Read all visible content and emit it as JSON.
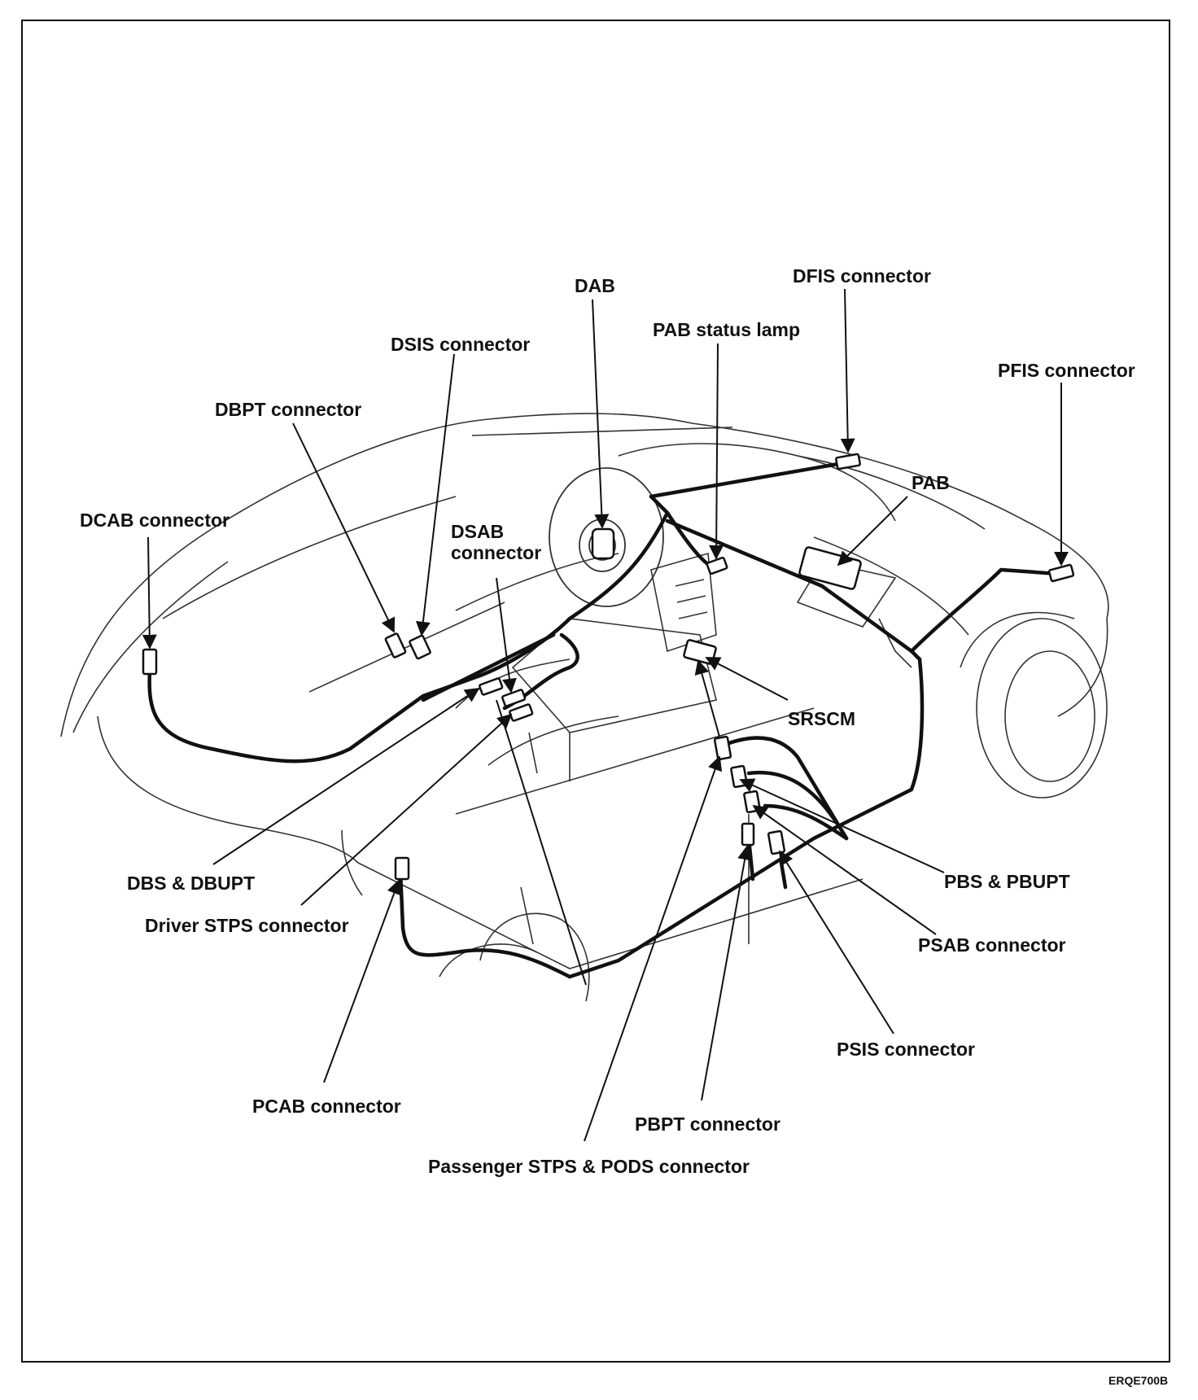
{
  "diagram": {
    "figure_code": "ERQE700B",
    "labels": {
      "dab": "DAB",
      "dfis": "DFIS connector",
      "pab_lamp": "PAB status lamp",
      "dsis": "DSIS connector",
      "pfis": "PFIS connector",
      "dbpt": "DBPT connector",
      "pab": "PAB",
      "dcab": "DCAB connector",
      "dsab": "DSAB connector",
      "srscm": "SRSCM",
      "dbs_dbupt": "DBS & DBUPT",
      "driver_stps": "Driver STPS connector",
      "pbs_pbupt": "PBS & PBUPT",
      "psab": "PSAB connector",
      "psis": "PSIS connector",
      "pcab": "PCAB connector",
      "pbpt": "PBPT connector",
      "pstps_pods": "Passenger STPS & PODS connector"
    }
  }
}
